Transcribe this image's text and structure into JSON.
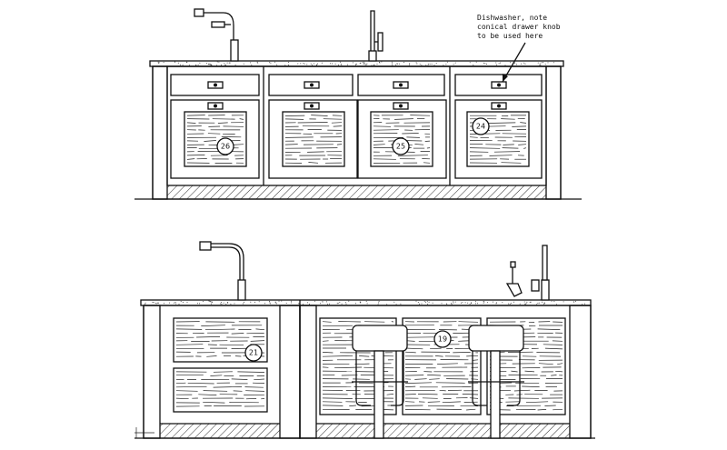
{
  "note": {
    "lines": [
      "Dishwasher, note",
      "conical drawer knob",
      "to be used here"
    ]
  },
  "tags": {
    "t26": "26",
    "t25": "25",
    "t24": "24",
    "t21": "21",
    "t19": "19"
  },
  "colors": {
    "line": "#111111",
    "background": "#ffffff"
  }
}
